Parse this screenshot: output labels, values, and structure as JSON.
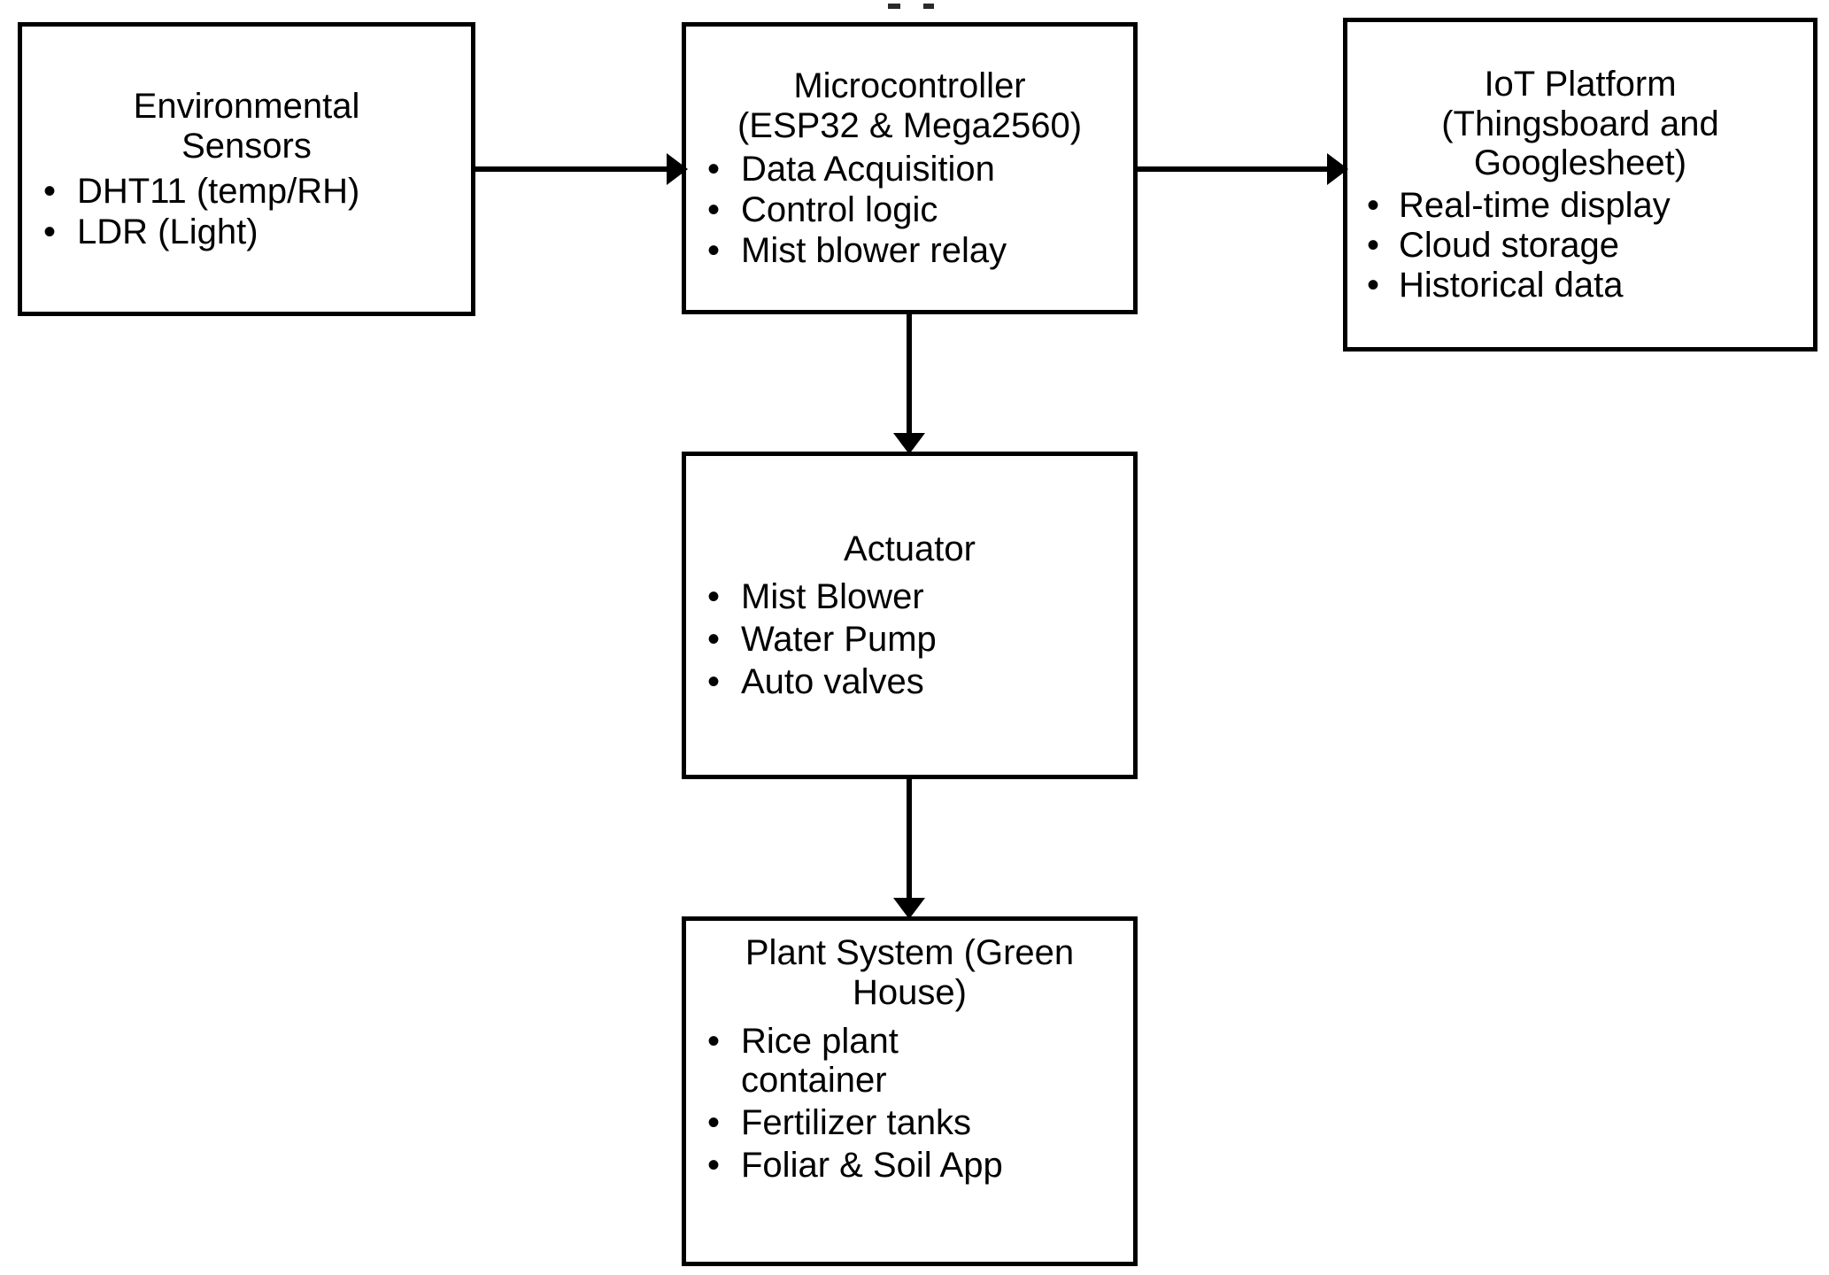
{
  "diagram": {
    "type": "block-flow-diagram",
    "background_color": "#ffffff",
    "line_color": "#000000",
    "nodes": [
      {
        "id": "environmental-sensors",
        "title": "Environmental\nSensors",
        "bullet_marker": "•",
        "bullets": [
          "DHT11 (temp/RH)",
          "LDR (Light)"
        ]
      },
      {
        "id": "microcontroller",
        "title": "Microcontroller\n(ESP32 & Mega2560)",
        "bullet_marker": "•",
        "bullets": [
          "Data Acquisition",
          "Control logic",
          "Mist blower relay"
        ]
      },
      {
        "id": "iot-platform",
        "title": "IoT Platform\n(Thingsboard and\nGooglesheet)",
        "bullet_marker": "•",
        "bullets": [
          "Real-time display",
          "Cloud storage",
          "Historical data"
        ]
      },
      {
        "id": "actuator",
        "title": "Actuator",
        "bullet_marker": "•",
        "bullets": [
          "Mist Blower",
          "Water Pump",
          "Auto valves"
        ]
      },
      {
        "id": "plant-system",
        "title": "Plant System (Green\nHouse)",
        "bullet_marker": "•",
        "bullets": [
          "Rice plant\ncontainer",
          "Fertilizer tanks",
          "Foliar & Soil App"
        ]
      }
    ],
    "edges": [
      {
        "id": "sensors-to-microcontroller",
        "from": "environmental-sensors",
        "to": "microcontroller",
        "direction": "right"
      },
      {
        "id": "microcontroller-to-iot",
        "from": "microcontroller",
        "to": "iot-platform",
        "direction": "right"
      },
      {
        "id": "microcontroller-to-actuator",
        "from": "microcontroller",
        "to": "actuator",
        "direction": "down"
      },
      {
        "id": "actuator-to-plant-system",
        "from": "actuator",
        "to": "plant-system",
        "direction": "down"
      }
    ]
  }
}
